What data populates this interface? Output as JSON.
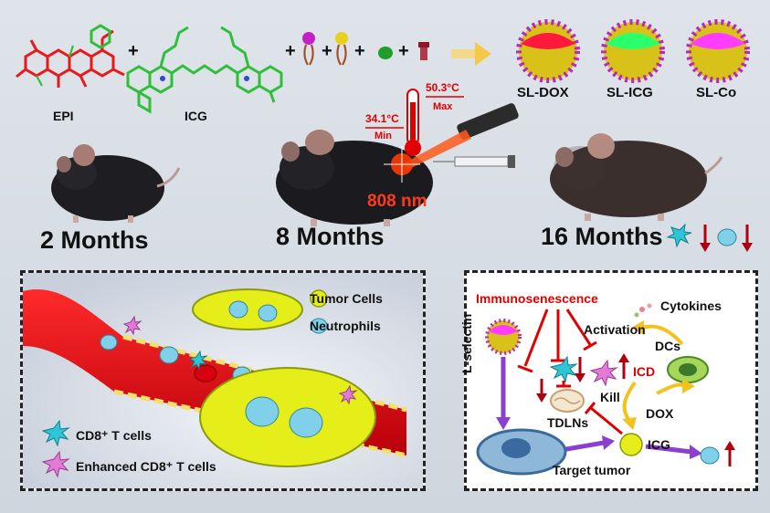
{
  "top": {
    "molecules": [
      {
        "label": "EPI",
        "color": "#e8191c"
      },
      {
        "label": "ICG",
        "color": "#2fbf3a"
      }
    ],
    "plus": "+",
    "particles": [
      {
        "label": "SL-DOX",
        "core_color": "#ff1a3c"
      },
      {
        "label": "SL-ICG",
        "core_color": "#2bff6a"
      },
      {
        "label": "SL-Co",
        "core_color": "#ff3cff"
      }
    ]
  },
  "ages": {
    "a2": "2 Months",
    "a8": "8 Months",
    "a16": "16 Months"
  },
  "thermo": {
    "max_value": "50.3°C",
    "max_label": "Max",
    "min_value": "34.1°C",
    "min_label": "Min",
    "laser": "808 nm"
  },
  "left_panel": {
    "legend_tumor": "Tumor Cells",
    "legend_neutro": "Neutrophils",
    "legend_cd8": "CD8⁺ T cells",
    "legend_enh": "Enhanced CD8⁺ T cells"
  },
  "right_panel": {
    "immunosenescence": "Immunosenescence",
    "cytokines": "Cytokines",
    "activation": "Activation",
    "dcs": "DCs",
    "icd": "ICD",
    "lselectin": "L-selectin",
    "kill": "Kill",
    "tdlns": "TDLNs",
    "dox": "DOX",
    "icg": "ICG",
    "target": "Target tumor"
  },
  "colors": {
    "cd8": "#2ec6d6",
    "enhanced": "#e27ad6",
    "tumor": "#e6ee1a",
    "neutrophil": "#7fd0e8",
    "arrow_red": "#b00010",
    "arrow_purple": "#8a3fd0",
    "arrow_yellow": "#f2c21f"
  }
}
